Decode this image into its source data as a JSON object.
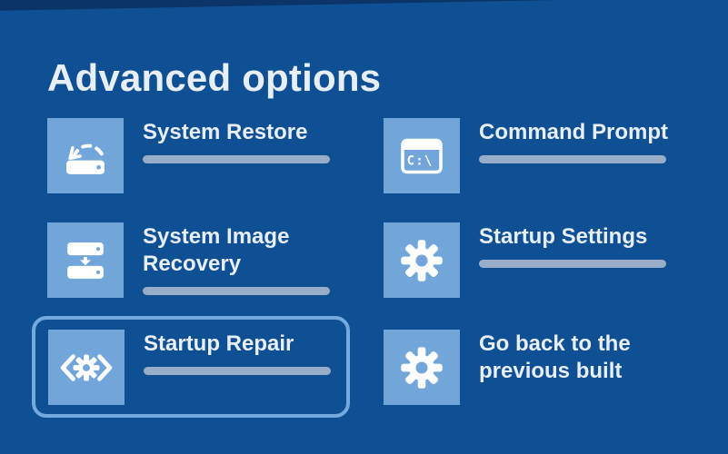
{
  "title": "Advanced options",
  "colors": {
    "background": "#0f4f93",
    "corner_shade": "#0b3060",
    "tile": "#72a6da",
    "icon": "#ffffff",
    "underline": "#9aadc8",
    "text": "#e8eef6",
    "highlight_border": "#74a9de"
  },
  "options": [
    {
      "label": "System Restore",
      "icon": "drive-restore-icon",
      "underline": true,
      "highlighted": false
    },
    {
      "label": "Command Prompt",
      "icon": "command-prompt-icon",
      "underline": true,
      "highlighted": false
    },
    {
      "label": "System Image Recovery",
      "icon": "drive-image-icon",
      "underline": true,
      "highlighted": false
    },
    {
      "label": "Startup Settings",
      "icon": "gear-icon",
      "underline": true,
      "highlighted": false
    },
    {
      "label": "Startup Repair",
      "icon": "code-gear-icon",
      "underline": true,
      "highlighted": true
    },
    {
      "label": "Go back to the previous built",
      "icon": "gear-icon",
      "underline": false,
      "highlighted": false
    }
  ],
  "command_prompt_icon_text": "C:\\"
}
